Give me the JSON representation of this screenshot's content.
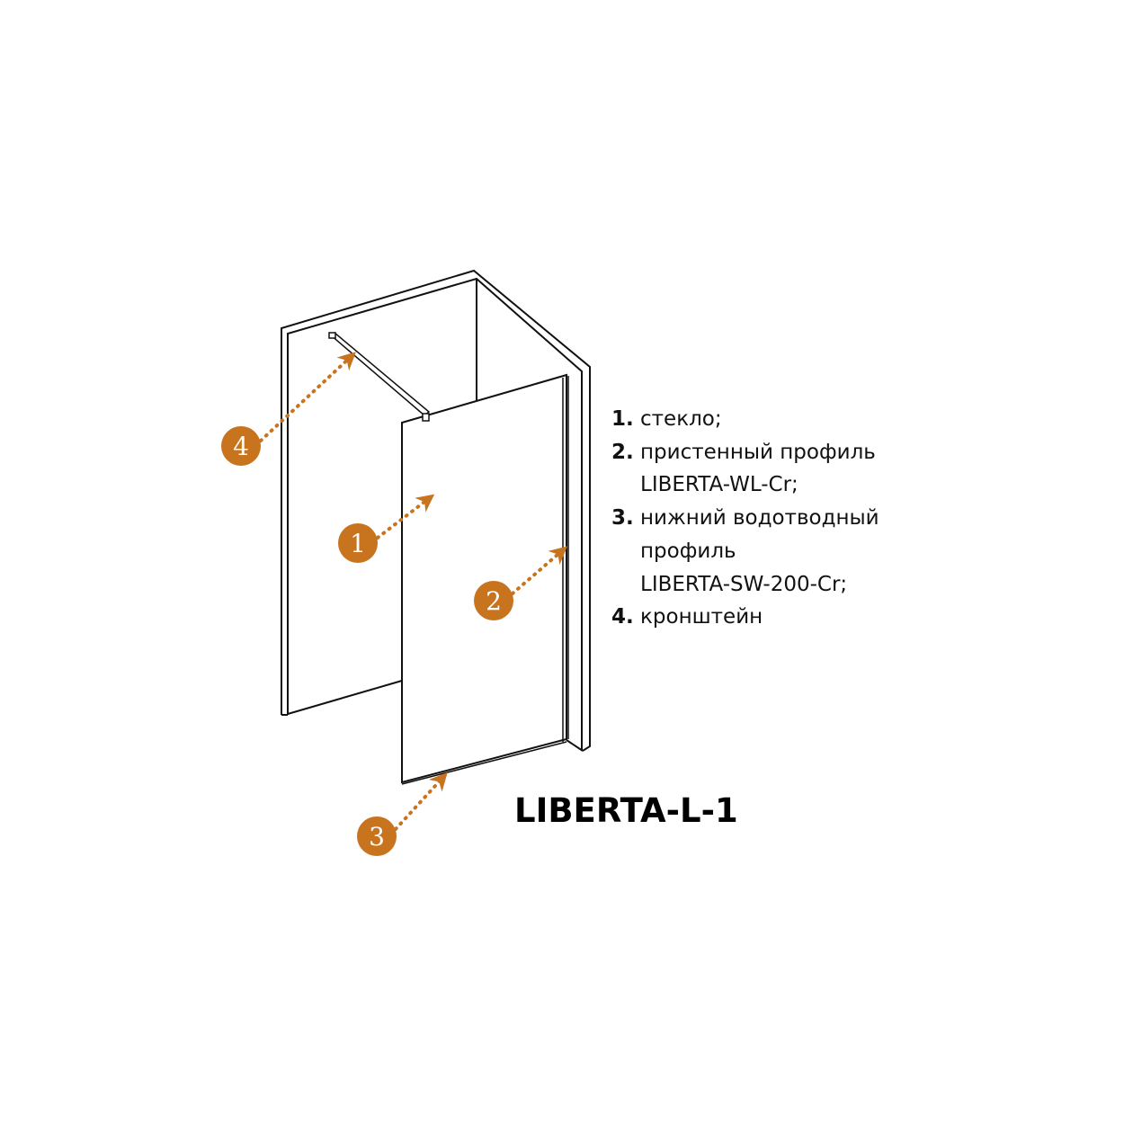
{
  "accent_color": "#c8741f",
  "callouts": [
    "1",
    "2",
    "3",
    "4"
  ],
  "legend": [
    {
      "num": "1.",
      "lines": [
        "стекло;"
      ]
    },
    {
      "num": "2.",
      "lines": [
        "пристенный профиль",
        "LIBERTA-WL-Cr;"
      ]
    },
    {
      "num": "3.",
      "lines": [
        "нижний водотводный",
        "профиль",
        "LIBERTA-SW-200-Cr;"
      ]
    },
    {
      "num": "4.",
      "lines": [
        "кронштейн"
      ]
    }
  ],
  "model_title": "LIBERTA-L-1"
}
